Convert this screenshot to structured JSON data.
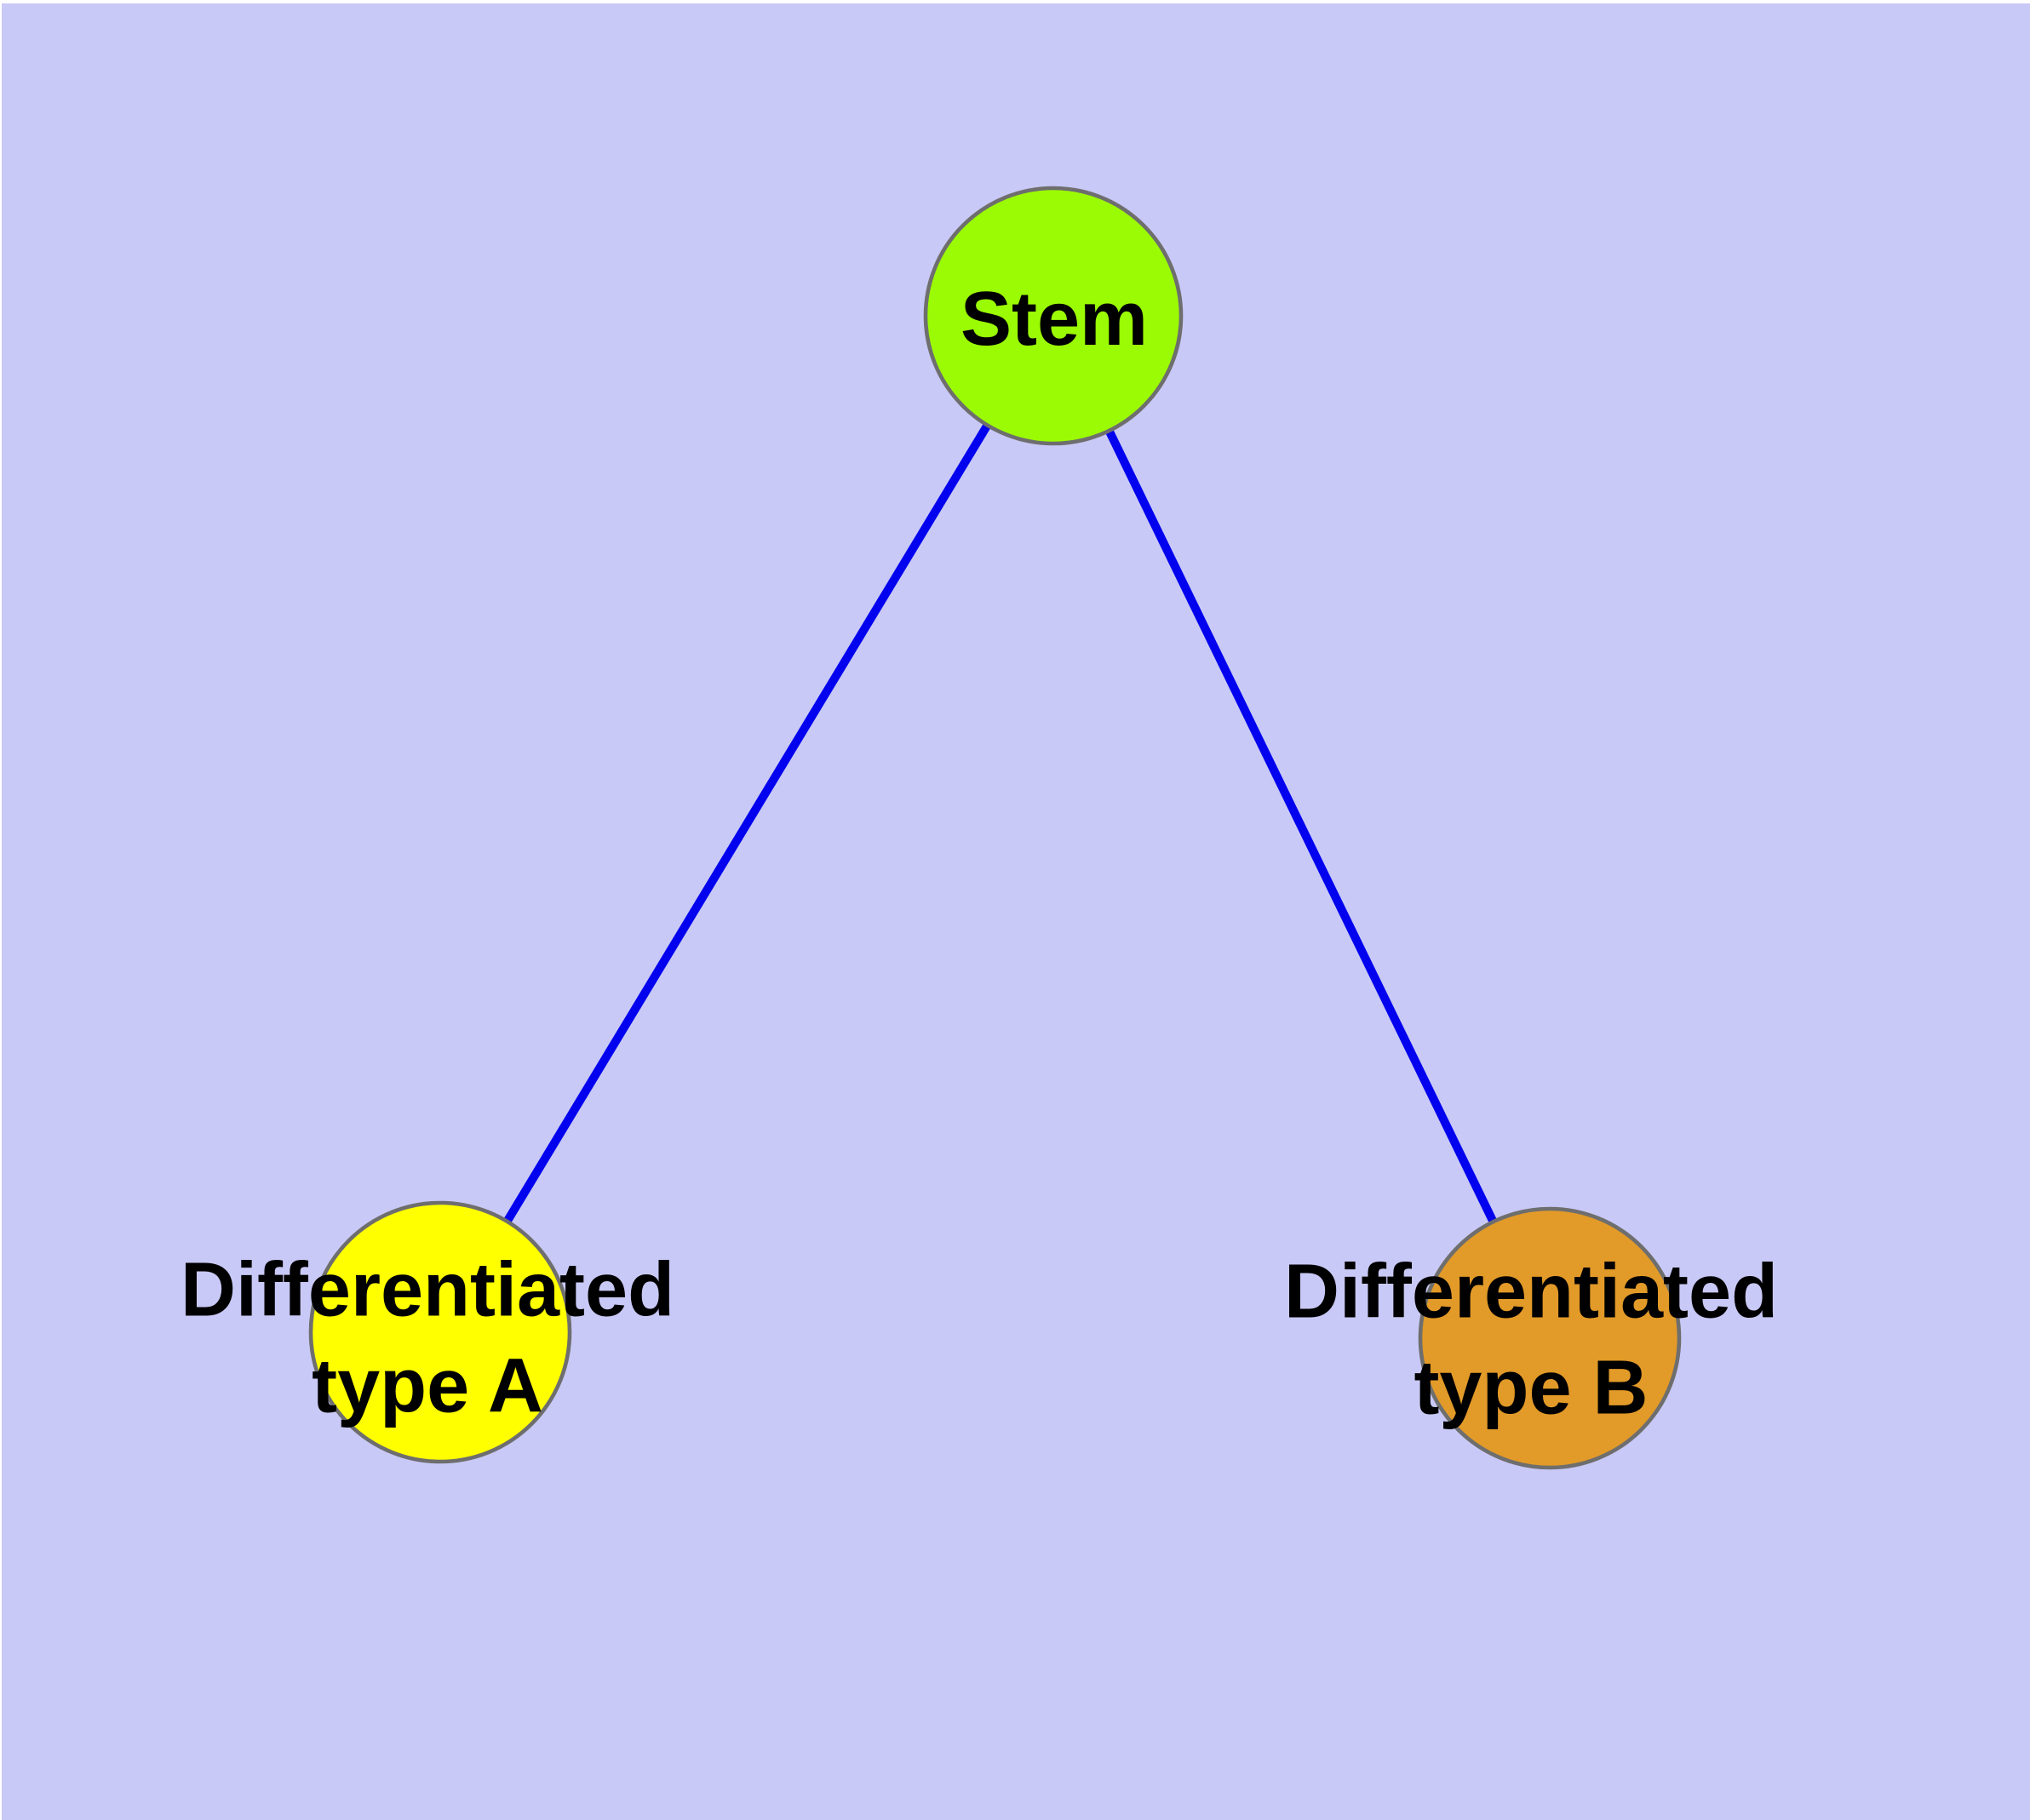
{
  "diagram": {
    "type": "graph",
    "background_color": "#C9C9F7",
    "frame_color": "#FFFFFF",
    "edge_color": "#0202EE",
    "node_border_color": "#6E6E6E",
    "label_color": "#000000",
    "nodes": [
      {
        "id": "stem",
        "label": "Stem",
        "fill": "#9BFB04"
      },
      {
        "id": "type-a",
        "label": "Differentiated\ntype A",
        "fill": "#FFFF00"
      },
      {
        "id": "type-b",
        "label": "Differentiated\ntype B",
        "fill": "#E29A28"
      }
    ],
    "edges": [
      {
        "from": "Stem",
        "to": "Differentiated type A"
      },
      {
        "from": "Stem",
        "to": "Differentiated type B"
      }
    ]
  }
}
